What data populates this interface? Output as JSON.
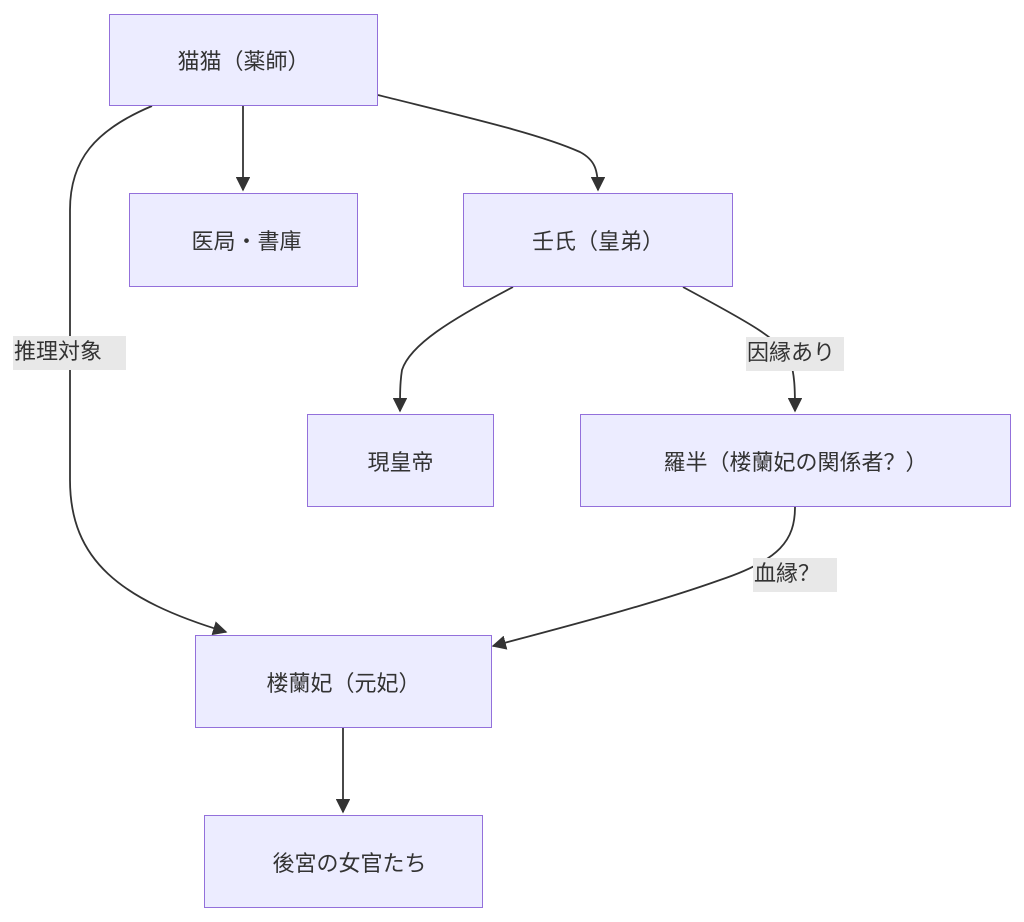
{
  "colors": {
    "node_fill": "#ECECFF",
    "node_border": "#9370DB",
    "edge": "#333333",
    "label_bg": "#e8e8e8",
    "text": "#333333"
  },
  "nodes": {
    "maomao": "猫猫（薬師）",
    "medical_office": "医局・書庫",
    "jinshi": "壬氏（皇弟）",
    "emperor": "現皇帝",
    "rakan": "羅半（楼蘭妃の関係者？）",
    "loulan": "楼蘭妃（元妃）",
    "court_ladies": "後宮の女官たち"
  },
  "edges": [
    {
      "from": "maomao",
      "to": "medical_office",
      "label": ""
    },
    {
      "from": "maomao",
      "to": "jinshi",
      "label": ""
    },
    {
      "from": "maomao",
      "to": "loulan",
      "label": "推理対象"
    },
    {
      "from": "jinshi",
      "to": "emperor",
      "label": ""
    },
    {
      "from": "jinshi",
      "to": "rakan",
      "label": "因縁あり"
    },
    {
      "from": "rakan",
      "to": "loulan",
      "label": "血縁？"
    },
    {
      "from": "loulan",
      "to": "court_ladies",
      "label": ""
    }
  ],
  "edge_labels": {
    "inference": "推理対象",
    "connection": "因縁あり",
    "blood": "血縁？"
  }
}
